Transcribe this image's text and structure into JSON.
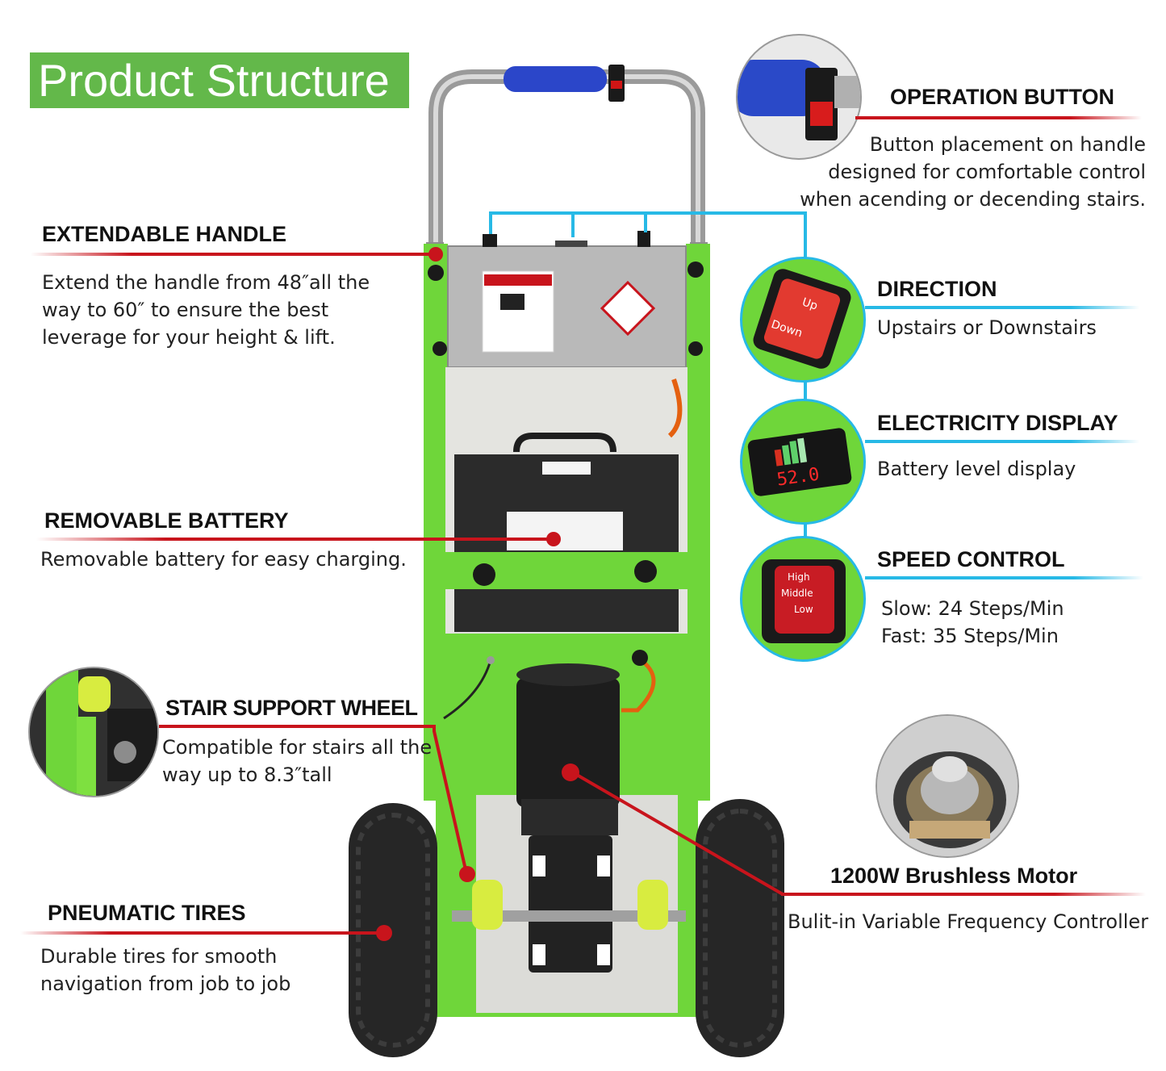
{
  "title": "Product Structure",
  "features": {
    "extendable_handle": {
      "heading": "EXTENDABLE HANDLE",
      "desc_lines": [
        "Extend the handle from 48″all the",
        "way to 60″ to ensure the best",
        "leverage for your height & lift."
      ]
    },
    "removable_battery": {
      "heading": "REMOVABLE BATTERY",
      "desc": "Removable battery for easy charging."
    },
    "stair_support_wheel": {
      "heading": "STAIR SUPPORT WHEEL",
      "desc_lines": [
        "Compatible for stairs all the",
        "way up to 8.3″tall"
      ]
    },
    "pneumatic_tires": {
      "heading": "PNEUMATIC TIRES",
      "desc_lines": [
        "Durable tires for smooth",
        "navigation from job to job"
      ]
    },
    "operation_button": {
      "heading": "OPERATION BUTTON",
      "desc_lines": [
        "Button placement on handle",
        "designed for comfortable control",
        "when acending or decending stairs."
      ]
    },
    "direction": {
      "heading": "DIRECTION",
      "desc": "Upstairs or Downstairs",
      "switch_up": "Up",
      "switch_down": "Down"
    },
    "electricity_display": {
      "heading": "ELECTRICITY DISPLAY",
      "desc": "Battery level display",
      "readout": "52.0"
    },
    "speed_control": {
      "heading": "SPEED CONTROL",
      "desc_lines": [
        "Slow: 24 Steps/Min",
        "Fast: 35 Steps/Min"
      ],
      "switch_labels": [
        "High",
        "Middle",
        "Low"
      ]
    },
    "motor": {
      "heading": "1200W Brushless Motor",
      "desc": "Bulit-in Variable Frequency Controller"
    }
  },
  "colors": {
    "title_bg": "#63b84a",
    "frame_green": "#6fd63a",
    "leader_red": "#c8141c",
    "leader_blue": "#27b9e6"
  }
}
